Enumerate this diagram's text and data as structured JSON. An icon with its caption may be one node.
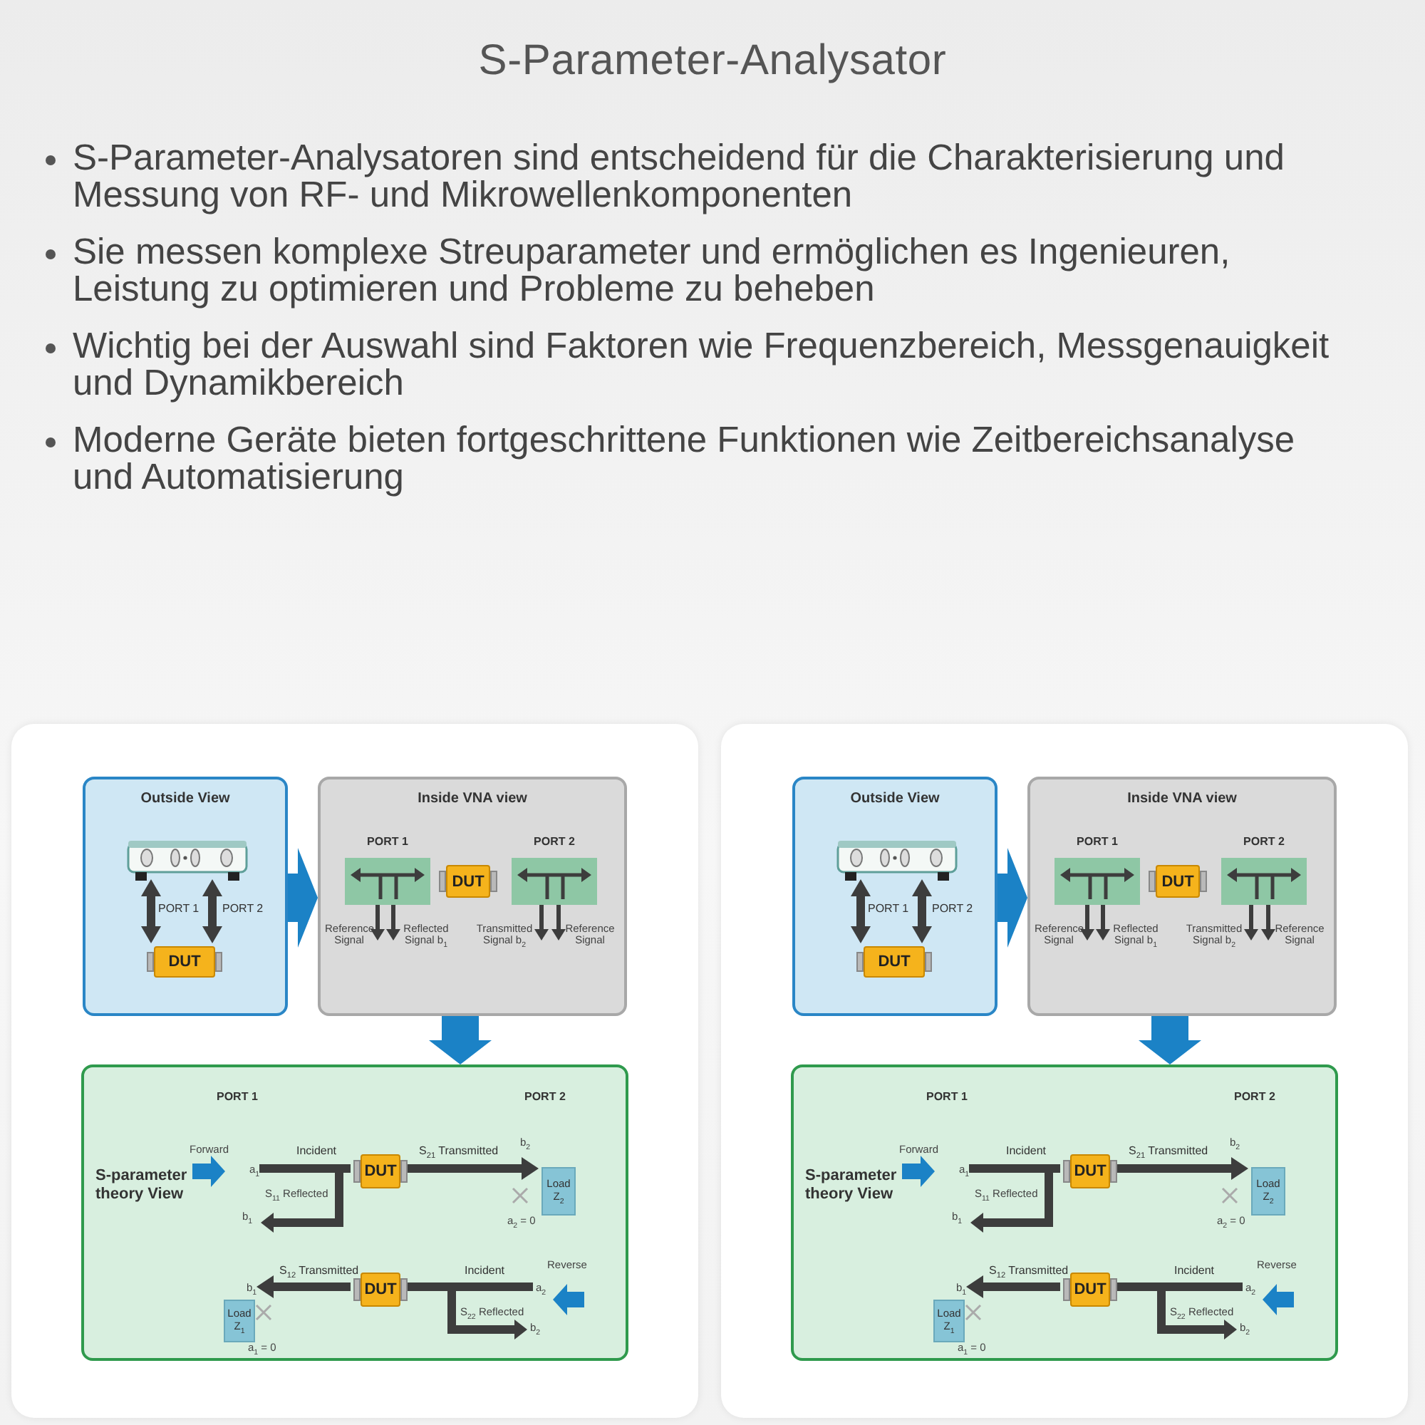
{
  "diagram": {
    "title": "S-Parameter-Analysator",
    "nodes": [
      {
        "text": [],
        "shape": "box"
      },
      {
        "text": [
          "Outside View"
        ],
        "in": 0
      },
      {
        "text": [],
        "shape": "picture",
        "in": 1
      },
      {
        "text": [
          "DUT"
        ],
        "in": 1
      },
      {
        "text": [
          "Inside VNA view"
        ],
        "in": 0
      },
      {
        "text": [
          "PORT 1"
        ],
        "in": 4
      },
      {
        "text": [
          "DUT"
        ],
        "in": 4
      },
      {
        "text": [
          "PORT 2"
        ],
        "in": 4
      },
      {
        "text": [
          "S-parameter theory View"
        ],
        "in": 0
      },
      {
        "text": [
          "DUT"
        ],
        "in": 8
      },
      {
        "text": [
          "Load Z$_{2}$"
        ],
        "in": 8
      },
      {
        "text": [
          "DUT"
        ],
        "in": 8
      },
      {
        "text": [
          "Load Z$_{1}$"
        ],
        "in": 8
      },
      {
        "text": [
          "a$_{1}$"
        ],
        "in": 8
      },
      {
        "text": [
          "b$_{1}$"
        ],
        "in": 8
      },
      {
        "text": [
          "a$_{2}$"
        ],
        "in": 8
      },
      {
        "text": [],
        "shape": "box"
      },
      {
        "text": [
          "Outside View"
        ],
        "in": 16
      },
      {
        "text": [],
        "shape": "picture",
        "in": 17
      },
      {
        "text": [
          "DUT"
        ],
        "in": 17
      },
      {
        "text": [
          "Inside VNA view"
        ],
        "in": 16
      },
      {
        "text": [
          "PORT 1"
        ],
        "in": 20
      },
      {
        "text": [
          "DUT"
        ],
        "in": 20
      },
      {
        "text": [
          "PORT 2"
        ],
        "in": 20
      },
      {
        "text": [
          "S-parameter theory View"
        ],
        "in": 16
      },
      {
        "text": [
          "DUT"
        ],
        "in": 24
      },
      {
        "text": [
          "Load Z$_{2}$"
        ],
        "in": 24
      },
      {
        "text": [
          "DUT"
        ],
        "in": 24
      },
      {
        "text": [
          "Load Z$_{1}$"
        ],
        "in": 24
      },
      {
        "text": [
          "a$_{1}$"
        ],
        "in": 24
      },
      {
        "text": [
          "b$_{1}$"
        ],
        "in": 24
      },
      {
        "text": [
          "a$_{2}$"
        ],
        "in": 24
      }
    ],
    "edges": [
      {
        "from": 2,
        "to": 3,
        "arrow": "both",
        "label": "PORT 1"
      },
      {
        "from": 2,
        "to": 3,
        "arrow": "both",
        "label": "PORT 2"
      },
      {
        "from": 1,
        "to": 4,
        "arrow": "to",
        "style": "thick",
        "color": "#1b82c6"
      },
      {
        "from": 4,
        "to": 8,
        "arrow": "to",
        "style": "thick",
        "color": "#1b82c6"
      },
      {
        "from": 13,
        "to": 9,
        "arrow": "none",
        "label": "Incident"
      },
      {
        "from": 9,
        "to": 10,
        "arrow": "to",
        "label": "S$_{21}$ Transmitted"
      },
      {
        "from": 15,
        "to": 11,
        "arrow": "none",
        "label": "Incident"
      },
      {
        "from": 11,
        "to": 14,
        "arrow": "to",
        "label": "S$_{12}$ Transmitted"
      },
      {
        "from": 18,
        "to": 19,
        "arrow": "both",
        "label": "PORT 1"
      },
      {
        "from": 18,
        "to": 19,
        "arrow": "both",
        "label": "PORT 2"
      },
      {
        "from": 17,
        "to": 20,
        "arrow": "to",
        "style": "thick",
        "color": "#1b82c6"
      },
      {
        "from": 20,
        "to": 24,
        "arrow": "to",
        "style": "thick",
        "color": "#1b82c6"
      },
      {
        "from": 29,
        "to": 25,
        "arrow": "none",
        "label": "Incident"
      },
      {
        "from": 25,
        "to": 26,
        "arrow": "to",
        "label": "S$_{21}$ Transmitted"
      },
      {
        "from": 31,
        "to": 27,
        "arrow": "none",
        "label": "Incident"
      },
      {
        "from": 27,
        "to": 30,
        "arrow": "to",
        "label": "S$_{12}$ Transmitted"
      }
    ],
    "labels": [
      "S-Parameter-Analysatoren sind entscheidend für die Charakterisierung und Messung von RF- und Mikrowellenkomponenten",
      "Sie messen komplexe Streuparameter und ermöglichen es Ingenieuren, Leistung zu optimieren und Probleme zu beheben",
      "Wichtig bei der Auswahl sind Faktoren wie Frequenzbereich, Messgenauigkeit und Dynamikbereich",
      "Moderne Geräte bieten fortgeschrittene Funktionen wie Zeitbereichsanalyse und Automatisierung",
      "Reference Signal",
      "Reflected Signal b$_{1}$",
      "Transmitted Signal b$_{2}$",
      "Reference Signal",
      "PORT 1",
      "PORT 2",
      "Forward",
      "b$_{2}$",
      "S$_{11}$ Reflected",
      "b$_{1}$",
      "a$_{2}$ = 0",
      "Reverse",
      "S$_{22}$ Reflected",
      "b$_{2}$",
      "a$_{1}$ = 0",
      "Reference Signal",
      "Reflected Signal b$_{1}$",
      "Transmitted Signal b$_{2}$",
      "Reference Signal",
      "PORT 1",
      "PORT 2",
      "Forward",
      "b$_{2}$",
      "S$_{11}$ Reflected",
      "b$_{1}$",
      "a$_{2}$ = 0",
      "Reverse",
      "S$_{22}$ Reflected",
      "b$_{2}$",
      "a$_{1}$ = 0"
    ]
  }
}
